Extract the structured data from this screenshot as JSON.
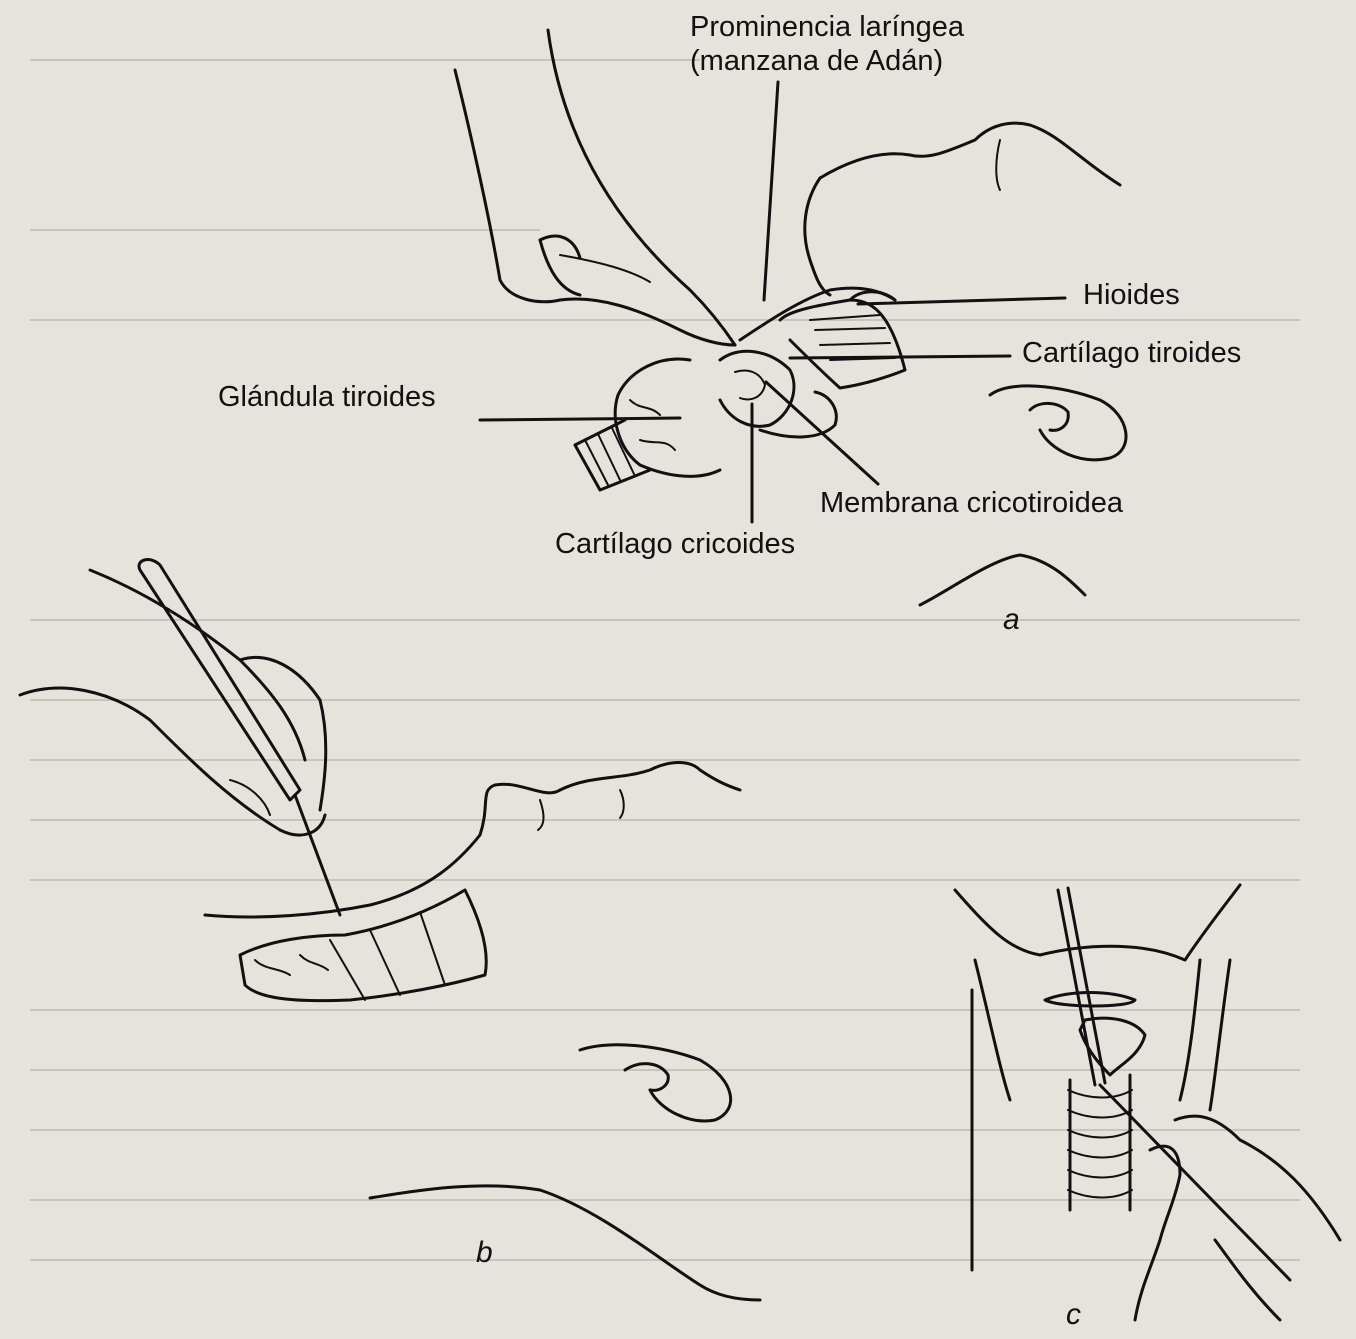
{
  "labels": {
    "prominencia_line1": "Prominencia laríngea",
    "prominencia_line2": "(manzana de Adán)",
    "hioides": "Hioides",
    "cartilago_tiroides": "Cartílago tiroides",
    "glandula_tiroides": "Glándula tiroides",
    "membrana_cricotiroidea": "Membrana cricotiroidea",
    "cartilago_cricoides": "Cartílago cricoides"
  },
  "panels": {
    "a": "a",
    "b": "b",
    "c": "c"
  },
  "colors": {
    "background": "#e6e3dd",
    "ink": "#111111",
    "bleed_through": "#c9c4bb"
  }
}
